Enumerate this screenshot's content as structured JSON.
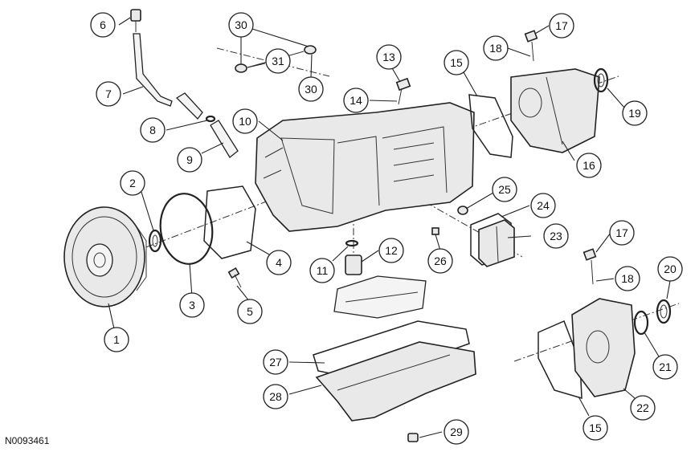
{
  "figure": {
    "reference_code": "N0093461"
  },
  "callouts": [
    {
      "id": "c1",
      "label": "1"
    },
    {
      "id": "c2",
      "label": "2"
    },
    {
      "id": "c3",
      "label": "3"
    },
    {
      "id": "c4",
      "label": "4"
    },
    {
      "id": "c5",
      "label": "5"
    },
    {
      "id": "c6",
      "label": "6"
    },
    {
      "id": "c7",
      "label": "7"
    },
    {
      "id": "c8",
      "label": "8"
    },
    {
      "id": "c9",
      "label": "9"
    },
    {
      "id": "c10",
      "label": "10"
    },
    {
      "id": "c11",
      "label": "11"
    },
    {
      "id": "c12",
      "label": "12"
    },
    {
      "id": "c13",
      "label": "13"
    },
    {
      "id": "c14",
      "label": "14"
    },
    {
      "id": "c15a",
      "label": "15"
    },
    {
      "id": "c15b",
      "label": "15"
    },
    {
      "id": "c16",
      "label": "16"
    },
    {
      "id": "c17a",
      "label": "17"
    },
    {
      "id": "c17b",
      "label": "17"
    },
    {
      "id": "c18a",
      "label": "18"
    },
    {
      "id": "c18b",
      "label": "18"
    },
    {
      "id": "c19",
      "label": "19"
    },
    {
      "id": "c20",
      "label": "20"
    },
    {
      "id": "c21",
      "label": "21"
    },
    {
      "id": "c22",
      "label": "22"
    },
    {
      "id": "c23",
      "label": "23"
    },
    {
      "id": "c24",
      "label": "24"
    },
    {
      "id": "c25",
      "label": "25"
    },
    {
      "id": "c26",
      "label": "26"
    },
    {
      "id": "c27",
      "label": "27"
    },
    {
      "id": "c28",
      "label": "28"
    },
    {
      "id": "c29",
      "label": "29"
    },
    {
      "id": "c30a",
      "label": "30"
    },
    {
      "id": "c30b",
      "label": "30"
    },
    {
      "id": "c31",
      "label": "31"
    }
  ]
}
